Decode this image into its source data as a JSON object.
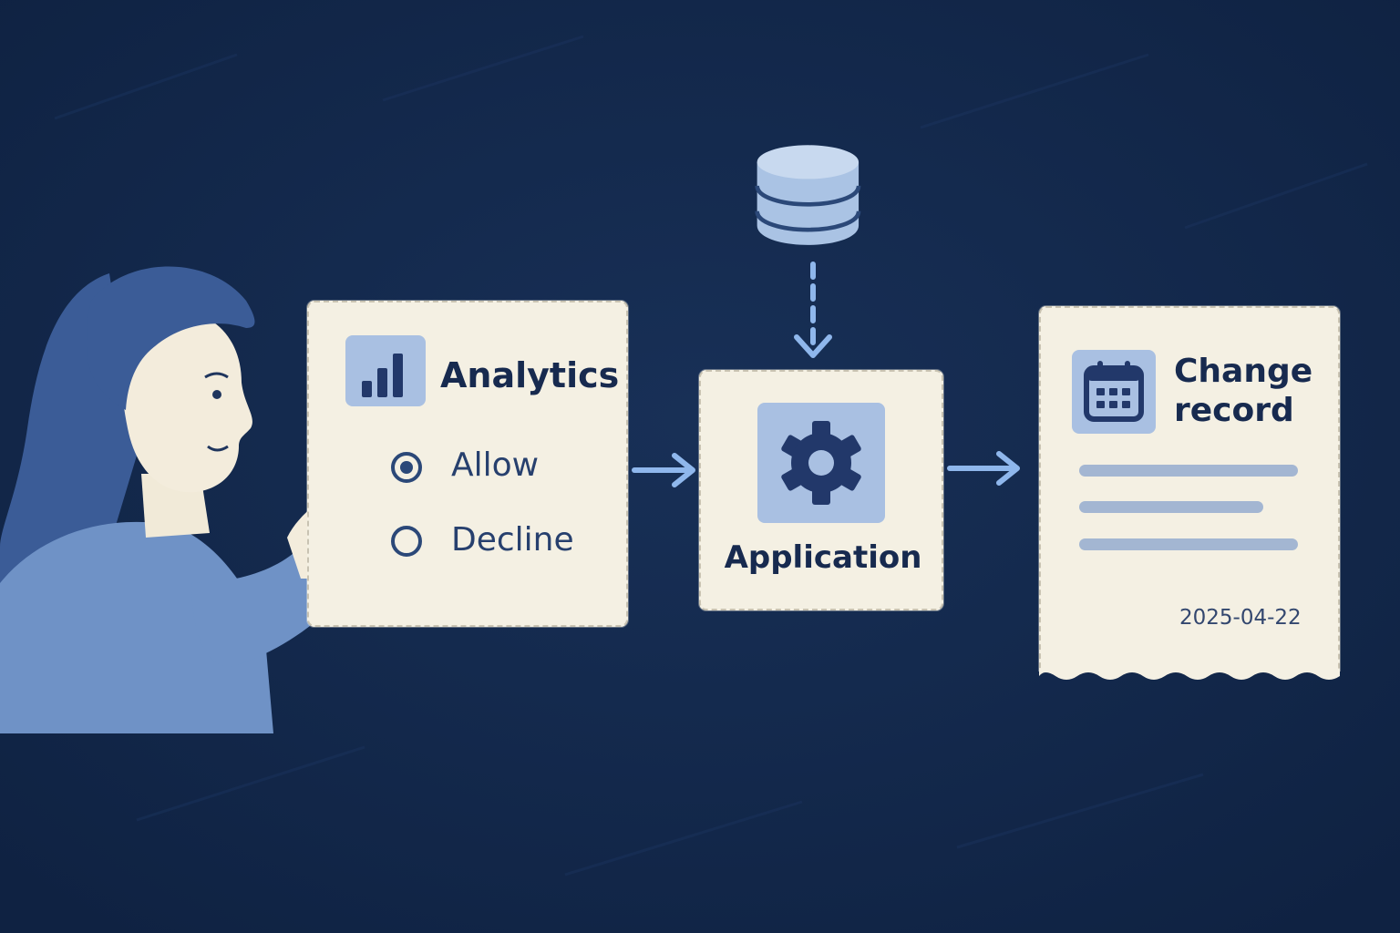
{
  "consent": {
    "title": "Analytics",
    "options": [
      {
        "label": "Allow",
        "selected": true
      },
      {
        "label": "Decline",
        "selected": false
      }
    ]
  },
  "application": {
    "label": "Application"
  },
  "record": {
    "title_line1": "Change",
    "title_line2": "record",
    "date": "2025-04-22"
  },
  "icons": {
    "database": "database-icon",
    "analytics": "bar-chart-icon",
    "gear": "gear-icon",
    "calendar": "calendar-icon"
  },
  "colors": {
    "background": "#13284a",
    "card": "#f4f0e3",
    "text": "#172a4f",
    "tile": "#a9c0e2",
    "arrow": "#8fb7ec",
    "figure": "#5f82b8"
  }
}
